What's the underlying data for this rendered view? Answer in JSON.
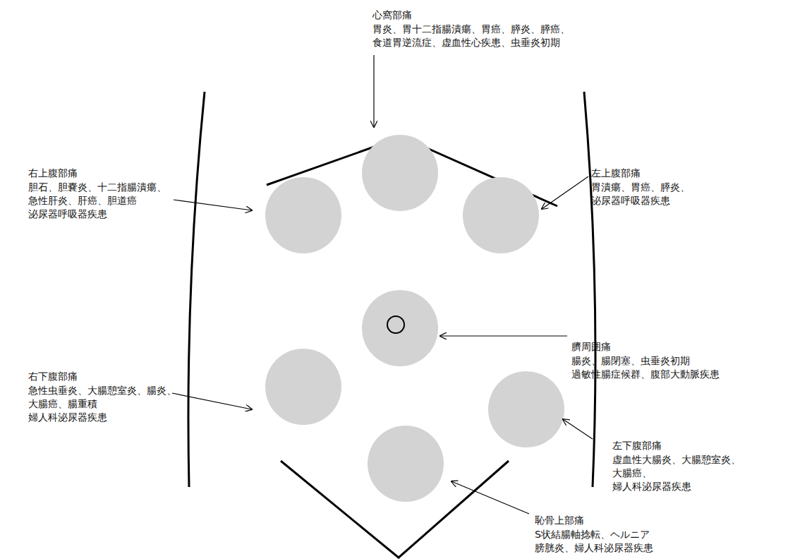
{
  "diagram": {
    "labels": [
      "心窩部痛",
      "胃炎、胃十二指腸潰瘍、胃癌、膵炎、膵癌、",
      "食道胃逆流症、虚血性心疾患、虫垂炎初期",
      "右上腹部痛",
      "胆石、胆嚢炎、十二指腸潰瘍、",
      "急性肝炎、肝癌、胆道癌",
      "泌尿器呼吸器疾患",
      "左上腹部痛",
      "胃潰瘍、胃癌、膵炎、",
      "泌尿器呼吸器疾患",
      "臍周囲痛",
      "腸炎、腸閉塞、虫垂炎初期",
      "過敏性腸症候群、腹部大動脈疾患",
      "右下腹部痛",
      "急性虫垂炎、大腸憩室炎、腸炎、",
      "大腸癌、腸重積",
      "婦人科泌尿器疾患",
      "左下腹部痛",
      "虚血性大腸炎、大腸憩室炎、",
      "大腸癌、",
      "婦人科泌尿器疾患",
      "恥骨上部痛",
      "S状結腸軸捻転、ヘルニア",
      "膀胱炎、婦人科泌尿器疾患"
    ]
  }
}
